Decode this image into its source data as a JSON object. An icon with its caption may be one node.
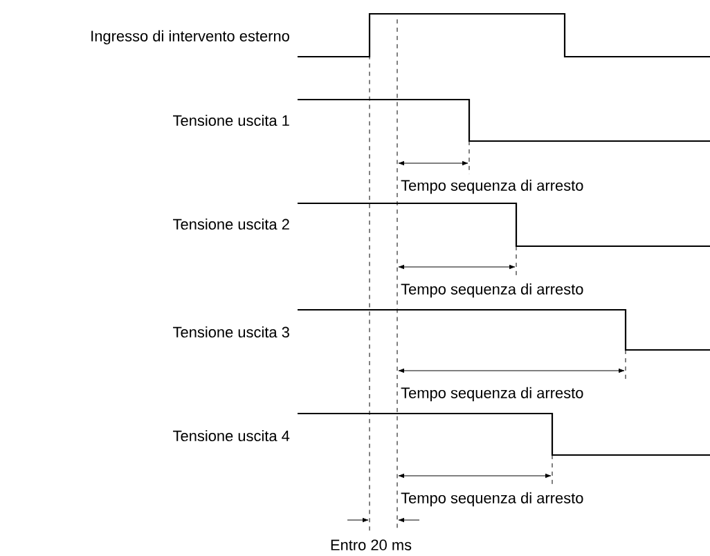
{
  "diagram": {
    "labels": [
      "Ingresso di intervento esterno",
      "Tensione uscita 1",
      "Tempo sequenza di arresto",
      "Tensione uscita 2",
      "Tempo sequenza di arresto",
      "Tensione uscita 3",
      "Tempo sequenza di arresto",
      "Tensione uscita 4",
      "Tempo sequenza di arresto",
      "Entro 20 ms"
    ]
  }
}
